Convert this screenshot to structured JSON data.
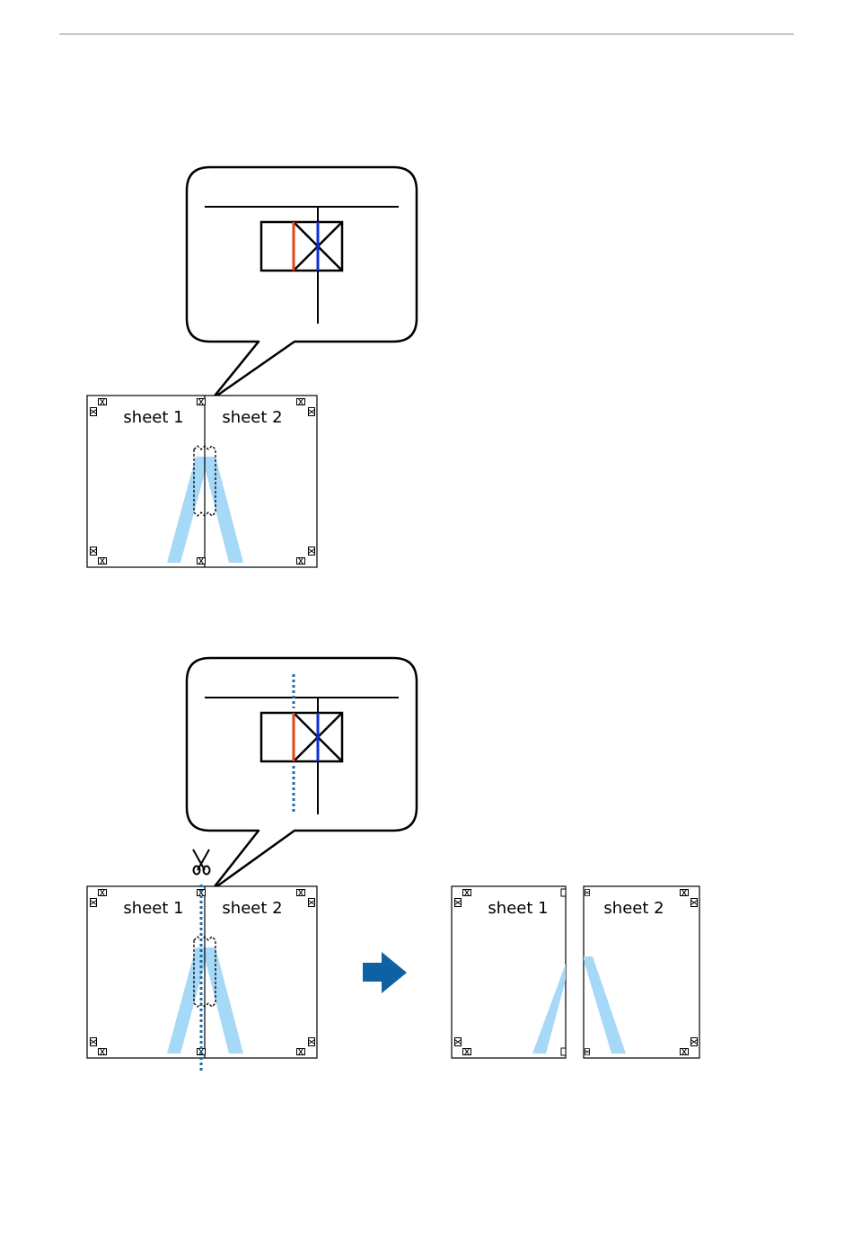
{
  "top_rule": true,
  "colors": {
    "line": "#000000",
    "overlap": "#a6d8f8",
    "cut_line": "#1a6fa8",
    "arrow": "#0e62a3",
    "mark_red": "#e0451c",
    "mark_blue": "#0f2fd6"
  },
  "icons": [
    "speech-bubble-icon",
    "scissors-icon",
    "right-arrow-icon",
    "crop-mark-icon"
  ],
  "step1": {
    "sheet_left_label": "sheet 1",
    "sheet_right_label": "sheet 2"
  },
  "step2": {
    "sheet_left_label": "sheet 1",
    "sheet_right_label": "sheet 2",
    "result_left_label": "sheet 1",
    "result_right_label": "sheet 2"
  }
}
